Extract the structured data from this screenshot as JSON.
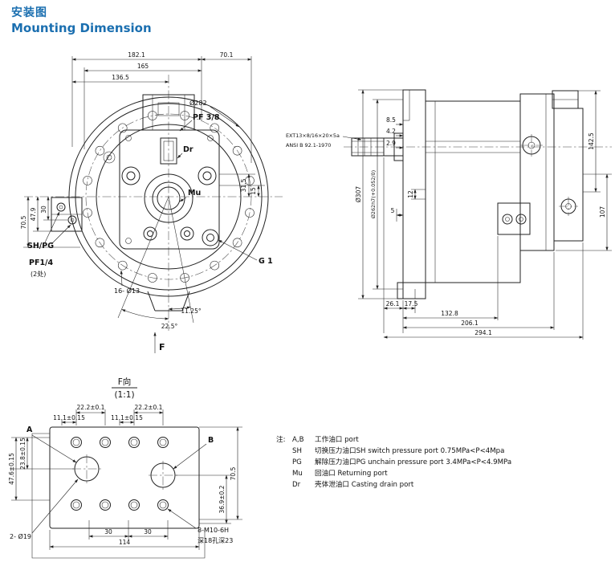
{
  "header": {
    "title_cn": "安装图",
    "title_en": "Mounting Dimension"
  },
  "front_view": {
    "dim_width_total": "182.1",
    "dim_width_right": "70.1",
    "dim_165": "165",
    "dim_136_5": "136.5",
    "dim_70_5": "70.5",
    "dim_47_9": "47.9",
    "dim_30": "30",
    "dim_31_5": "31.5",
    "dim_15": "15",
    "label_outer_dia": "Ø282",
    "label_pf38": "PF 3/8",
    "label_dr": "Dr",
    "label_mu": "Mu",
    "label_shpg": "SH/PG",
    "label_pf14": "PF1/4",
    "label_2places": "(2处)",
    "label_bolt_holes": "16- Ø13",
    "label_g1": "G 1",
    "angle_11_25": "11.25°",
    "angle_22_5": "22.5°",
    "label_f_arrow": "F"
  },
  "side_view": {
    "dim_8_5": "8.5",
    "dim_4_2": "4.2",
    "dim_2_9": "2.9",
    "dim_dia307": "Ø307",
    "dim_dia262": "Ø262h7(+0.052/0)",
    "dim_12": "12",
    "dim_5": "5",
    "dim_26_1": "26.1",
    "dim_17_5": "17.5",
    "dim_132_8": "132.8",
    "dim_206_1": "206.1",
    "dim_294_1": "294.1",
    "dim_142_5": "142.5",
    "dim_107": "107",
    "spline_spec": "EXT13×8/16×20×5a",
    "spline_std": "ANSI B 92.1-1970"
  },
  "f_view": {
    "title": "F向",
    "scale": "(1:1)",
    "dim_22_2": "22.2±0.1",
    "dim_11_1": "11.1±0.15",
    "label_a": "A",
    "label_b": "B",
    "dim_47_6": "47.6±0.15",
    "dim_23_8": "23.8±0.15",
    "dim_70_5": "70.5",
    "dim_36_9": "36.9±0.2",
    "dim_30": "30",
    "dim_114": "114",
    "label_2_dia19": "2- Ø19",
    "label_8_m10": "8-M10-6H",
    "label_depth": "深18孔深23"
  },
  "notes": {
    "prefix": "注:",
    "rows": [
      {
        "key": "A,B",
        "desc": "工作油口 port"
      },
      {
        "key": "SH",
        "desc": "切换压力油口SH switch pressure port  0.75MPa<P<4Mpa"
      },
      {
        "key": "PG",
        "desc": "解除压力油口PG unchain pressure port  3.4MPa<P<4.9MPa"
      },
      {
        "key": "Mu",
        "desc": "回油口 Returning port"
      },
      {
        "key": "Dr",
        "desc": "壳体泄油口 Casting drain port"
      }
    ]
  },
  "colors": {
    "accent": "#1b6fb0",
    "line": "#222222"
  }
}
